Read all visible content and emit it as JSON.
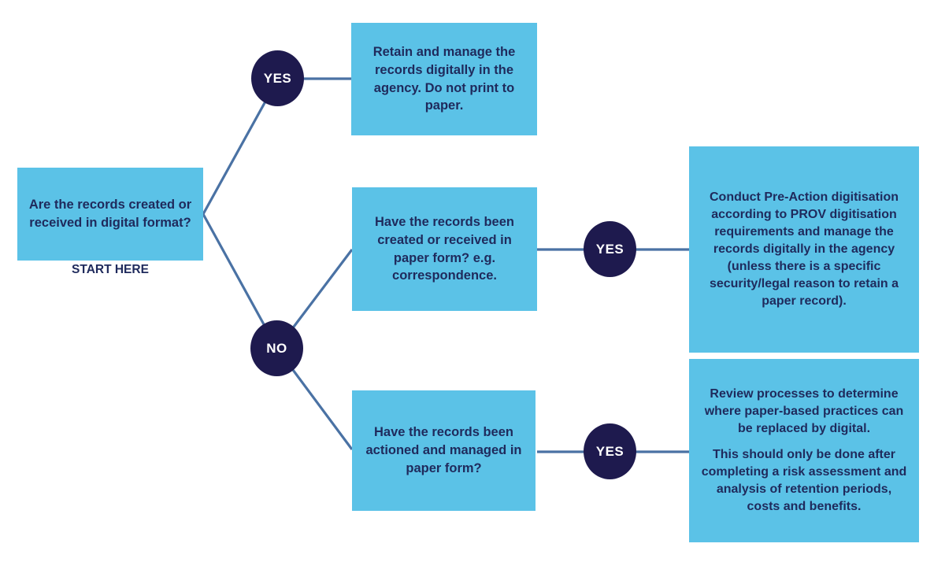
{
  "palette": {
    "box_fill": "#5bc2e7",
    "circle_fill": "#1e1a4e",
    "connector": "#4a72a4",
    "text_navy": "#1f2a5c",
    "circle_text": "#ffffff",
    "background": "#ffffff"
  },
  "flowchart": {
    "start": {
      "question": "Are the records created or received in digital format?",
      "label": "START HERE"
    },
    "decisions": {
      "yes": "YES",
      "no": "NO"
    },
    "boxes": {
      "retain_digital": "Retain and manage the records digitally in the agency. Do not print to paper.",
      "paper_received": "Have the records been created or received in paper form? e.g. correspondence.",
      "paper_actioned": "Have the records been actioned and managed in paper form?",
      "digitise": "Conduct Pre-Action digitisation according to PROV digitisation requirements and manage the records digitally in the agency (unless there is a specific security/legal reason to retain a paper record).",
      "review_p1": "Review processes to determine where paper-based practices can be replaced by digital.",
      "review_p2": "This should only be done after completing a risk assessment and analysis of retention periods, costs and benefits."
    }
  }
}
